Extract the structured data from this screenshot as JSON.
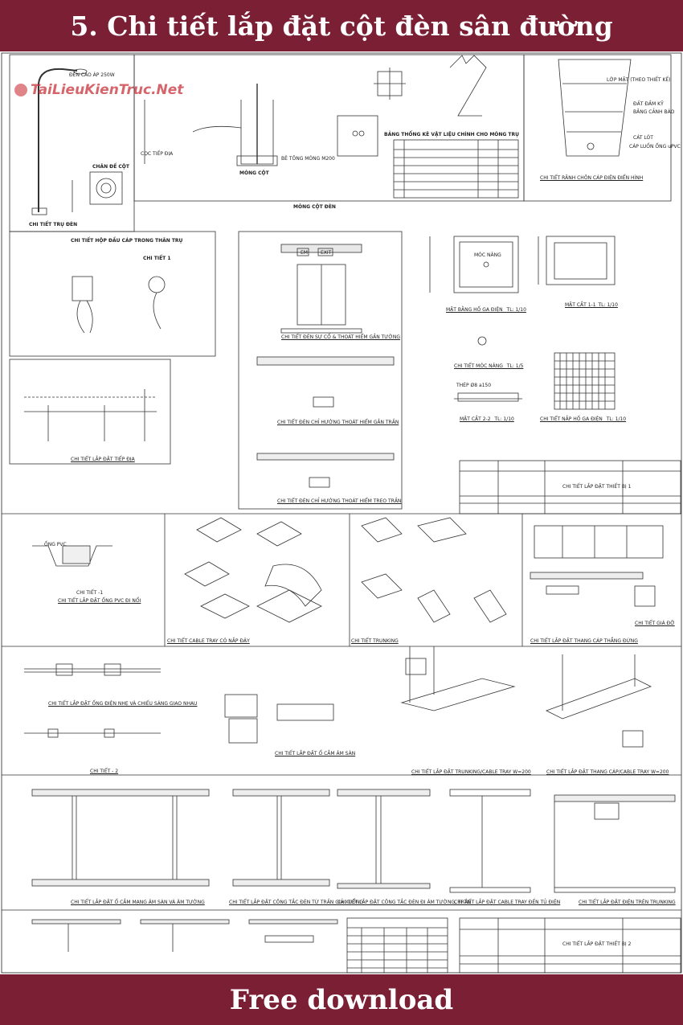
{
  "header": {
    "title": "5. Chi tiết lắp đặt cột đèn sân đường"
  },
  "footer": {
    "label": "Free download"
  },
  "watermark": {
    "text": "TaiLieuKienTruc.Net"
  },
  "colors": {
    "banner": "#7b1f35",
    "text": "#ffffff"
  },
  "drawing_titles": {
    "pole": "CHI TIẾT TRỤ ĐÈN",
    "base": "CHÂN ĐẾ CỘT",
    "foundation": "MÓNG CỘT",
    "foundation_group": "MÓNG CỘT ĐÈN",
    "materials_table": "BẢNG THỐNG KÊ VẬT LIỆU CHÍNH CHO MÓNG TRỤ",
    "trench": "CHI TIẾT RÃNH CHÔN CÁP ĐIỆN ĐIỂN HÌNH",
    "cable_box": "CHI TIẾT HỘP ĐẦU CÁP TRONG THÂN TRỤ",
    "detail1": "CHI TIẾT 1",
    "emergency_exit": "CHI TIẾT ĐÈN SỰ CỐ & THOÁT HIỂM GẮN TƯỜNG",
    "manhole_plan": "MẶT BẰNG HỐ GA ĐIỆN _TL: 1/10",
    "section_11": "MẶT CẮT 1-1_TL: 1/10",
    "hook": "CHI TIẾT MÓC NÂNG _TL: 1/5",
    "section_22": "MẶT CẮT 2-2 _TL: 1/10",
    "manhole_cover": "CHI TIẾT NẮP HỐ GA ĐIỆN _TL: 1/10",
    "ceiling_exit": "CHI TIẾT ĐÈN CHỈ HƯỚNG THOÁT HIỂM GẮN TRẦN",
    "hanging_exit": "CHI TIẾT ĐÈN CHỈ HƯỚNG THOÁT HIỂM TREO TRẦN",
    "ground_rod": "CHI TIẾT LẮP ĐẶT TIẾP ĐỊA",
    "pvc_pipe": "CHI TIẾT LẮP ĐẶT ỐNG PVC ĐI NỔI",
    "cable_tray": "CHI TIẾT CABLE TRAY CÓ NẮP ĐẬY",
    "trunking": "CHI TIẾT TRUNKING",
    "ladder": "CHI TIẾT LẮP ĐẶT THANG CÁP THẲNG ĐỨNG",
    "bracket": "CHI TIẾT GIÁ ĐỠ",
    "crossing": "CHI TIẾT LẮP ĐẶT ỐNG ĐIỆN NHẸ VÀ CHIẾU SÁNG GIAO NHAU",
    "floor_socket": "CHI TIẾT LẮP ĐẶT Ổ CẮM ÂM SÀN",
    "tray_w200": "CHI TIẾT LẮP ĐẶT TRUNKING/CABLE TRAY W=200",
    "tray_w200b": "CHI TIẾT LẮP ĐẶT THANG CÁP/CABLE TRAY W=200",
    "detail2": "CHI TIẾT - 2",
    "socket_wall": "CHI TIẾT LẮP ĐẶT Ổ CẮM MẠNG ÂM SÀN VÀ ÂM TƯỜNG",
    "switch_ceiling": "CHI TIẾT LẮP ĐẶT CÔNG TẮC ĐÈN TỪ TRẦN GIẢ XUỐNG",
    "switch_wall": "CHI TIẾT LẮP ĐẶT CÔNG TẮC ĐÈN ĐI ÂM TƯỜNG, TRẦN",
    "tray_panel": "CHI TIẾT LẮP ĐẶT CABLE TRAY ĐẾN TỦ ĐIỆN",
    "tray_ceiling": "CHI TIẾT LẮP ĐẶT ĐIỆN TRÊN TRUNKING",
    "sheet1": "CHI TIẾT LẮP ĐẶT THIẾT BỊ 1",
    "sheet2": "CHI TIẾT LẮP ĐẶT THIẾT BỊ 2",
    "detail_minus1": "CHI TIẾT -1"
  },
  "notes": {
    "em": "EM",
    "exit": "EXIT",
    "lamp": "ĐÈN CAO ÁP 250W",
    "ground_label": "CỌC TIẾP ĐỊA",
    "pipe_note": "ỐNG PVC",
    "concrete": "BÊ TÔNG MÓNG M200",
    "finish": "LỚP MẶT (THEO THIẾT KẾ)",
    "backfill": "ĐẤT ĐẦM KỸ",
    "warning": "BĂNG CẢNH BÁO",
    "sand": "CÁT LÓT",
    "cable": "CÁP LUỒN ỐNG uPVC",
    "lifting_hook": "MÓC NÂNG",
    "steel": "THÉP Ø8 a150"
  }
}
